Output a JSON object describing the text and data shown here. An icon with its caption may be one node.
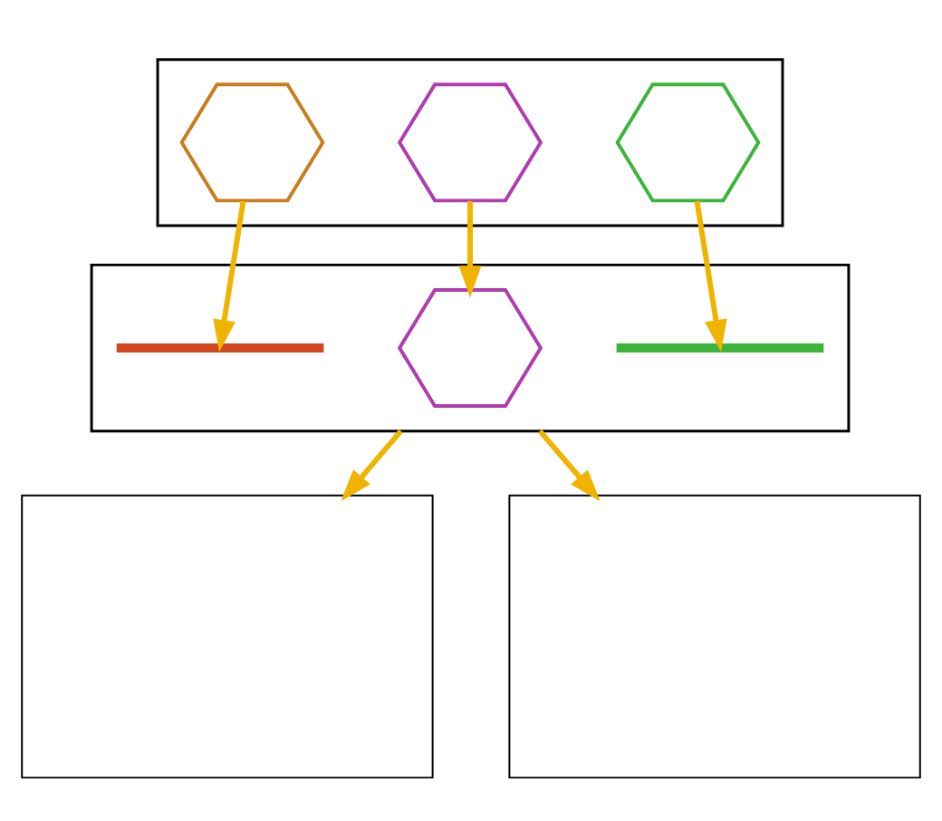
{
  "diagram": {
    "nodes": [
      {
        "text": [],
        "shape": "box"
      },
      {
        "text": [],
        "shape": "picture",
        "in": 0
      },
      {
        "text": [],
        "shape": "picture",
        "in": 0
      },
      {
        "text": [],
        "shape": "picture",
        "in": 0
      },
      {
        "text": [],
        "shape": "box"
      },
      {
        "text": [],
        "shape": "bar",
        "in": 4
      },
      {
        "text": [],
        "shape": "picture",
        "in": 4
      },
      {
        "text": [],
        "shape": "bar",
        "in": 4
      },
      {
        "text": [],
        "shape": "box"
      },
      {
        "text": [],
        "shape": "box"
      }
    ],
    "edges": [
      {
        "from": 1,
        "to": 5,
        "arrow": "to"
      },
      {
        "from": 2,
        "to": 6,
        "arrow": "to"
      },
      {
        "from": 3,
        "to": 7,
        "arrow": "to"
      },
      {
        "from": 4,
        "to": 8,
        "arrow": "to"
      },
      {
        "from": 4,
        "to": 9,
        "arrow": "to"
      }
    ]
  }
}
